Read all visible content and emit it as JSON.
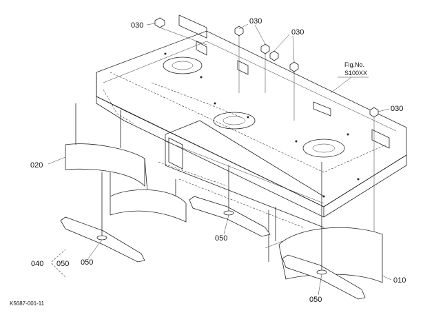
{
  "figure": {
    "fig_no_label": "Fig.No.",
    "fig_no_value": "S100XX",
    "drawing_code": "K5687-001-11"
  },
  "callouts": {
    "c030_a": "030",
    "c030_b": "030",
    "c030_c": "030",
    "c030_d": "030",
    "c020": "020",
    "c050_left": "050",
    "c050_mid": "050",
    "c050_bottom": "050",
    "c040": "040",
    "c040_050": "050",
    "c010": "010"
  }
}
